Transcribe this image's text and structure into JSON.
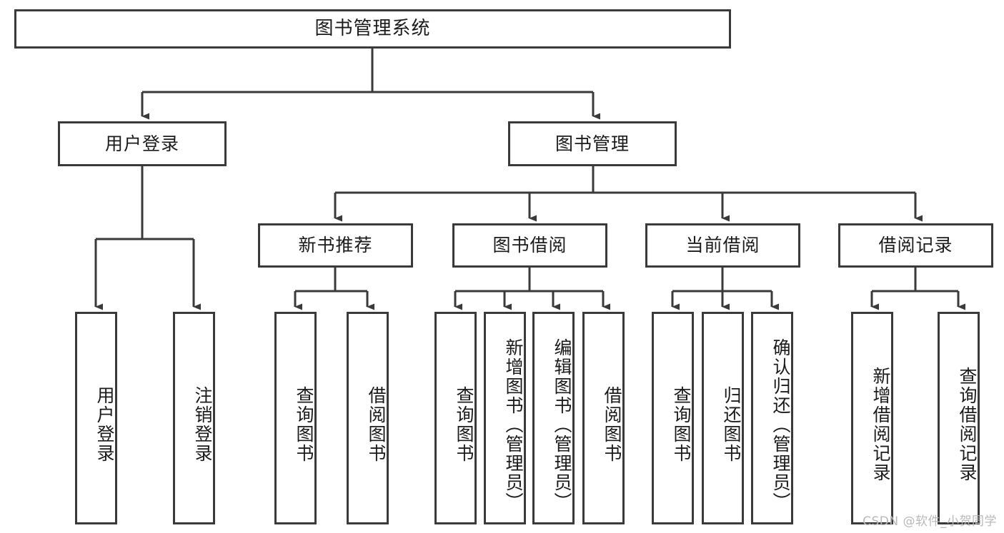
{
  "diagram": {
    "title": "图书管理系统",
    "type": "tree",
    "watermark": "CSDN @软件_小贺同学",
    "colors": {
      "box_border": "#3a3a3a",
      "box_fill": "#ffffff",
      "line": "#3a3a3a",
      "text": "#1b1b1b",
      "watermark": "#b9b9b9"
    },
    "levels": {
      "level1": [
        {
          "id": "root",
          "label": "图书管理系统"
        }
      ],
      "level2": [
        {
          "id": "user-login",
          "label": "用户登录",
          "parent": "root"
        },
        {
          "id": "book-manage",
          "label": "图书管理",
          "parent": "root"
        }
      ],
      "level3": [
        {
          "id": "new-book-rec",
          "label": "新书推荐",
          "parent": "book-manage"
        },
        {
          "id": "book-borrow",
          "label": "图书借阅",
          "parent": "book-manage"
        },
        {
          "id": "current-borrow",
          "label": "当前借阅",
          "parent": "book-manage"
        },
        {
          "id": "borrow-record",
          "label": "借阅记录",
          "parent": "book-manage"
        }
      ],
      "leaves": [
        {
          "id": "leaf-user-login",
          "label": "用户登录",
          "parent": "user-login"
        },
        {
          "id": "leaf-logout",
          "label": "注销登录",
          "parent": "user-login"
        },
        {
          "id": "leaf-query-book-1",
          "label": "查询图书",
          "parent": "new-book-rec"
        },
        {
          "id": "leaf-borrow-book-1",
          "label": "借阅图书",
          "parent": "new-book-rec"
        },
        {
          "id": "leaf-query-book-2",
          "label": "查询图书",
          "parent": "book-borrow"
        },
        {
          "id": "leaf-add-book",
          "label": "新增图书（管理员）",
          "parent": "book-borrow"
        },
        {
          "id": "leaf-edit-book",
          "label": "编辑图书（管理员）",
          "parent": "book-borrow"
        },
        {
          "id": "leaf-borrow-book-2",
          "label": "借阅图书",
          "parent": "book-borrow"
        },
        {
          "id": "leaf-query-book-3",
          "label": "查询图书",
          "parent": "current-borrow"
        },
        {
          "id": "leaf-return-book",
          "label": "归还图书",
          "parent": "current-borrow"
        },
        {
          "id": "leaf-confirm-return",
          "label": "确认归还（管理员）",
          "parent": "current-borrow"
        },
        {
          "id": "leaf-add-record",
          "label": "新增借阅记录",
          "parent": "borrow-record"
        },
        {
          "id": "leaf-query-record",
          "label": "查询借阅记录",
          "parent": "borrow-record"
        }
      ]
    }
  }
}
